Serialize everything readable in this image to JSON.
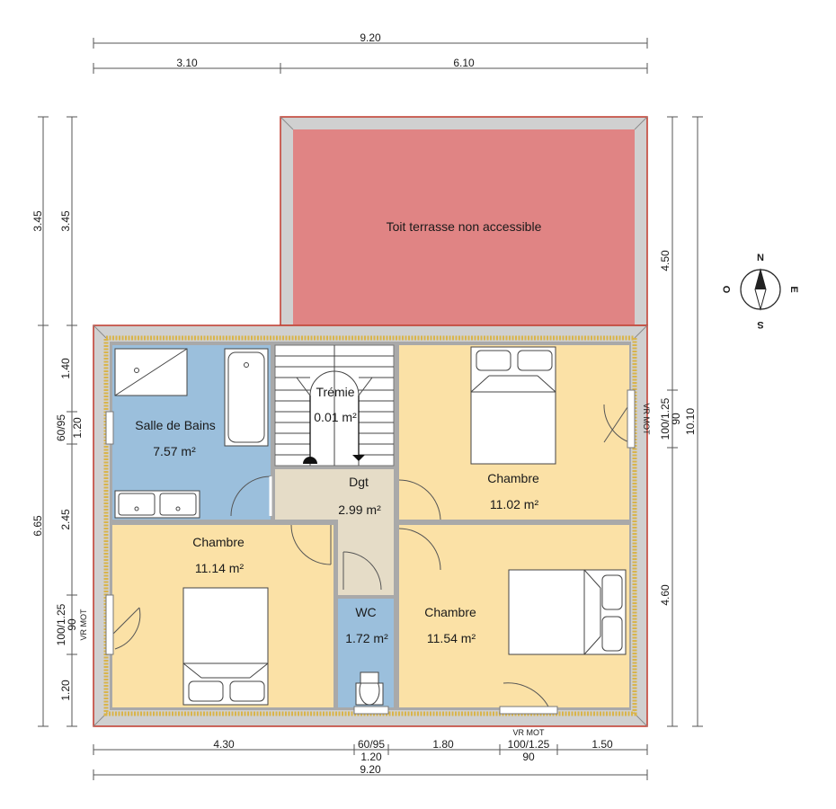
{
  "rooms": {
    "terrace": {
      "name": "Toit terrasse non accessible",
      "color": "#e08484"
    },
    "bathroom": {
      "name": "Salle de Bains",
      "area": "7.57 m²",
      "color": "#9bbfdc"
    },
    "stair_void": {
      "name": "Trémie",
      "area": "0.01 m²",
      "color": "#ffffff"
    },
    "hallway": {
      "name": "Dgt",
      "area": "2.99 m²",
      "color": "#e5dcc7"
    },
    "bedroom_ne": {
      "name": "Chambre",
      "area": "11.02 m²",
      "color": "#fbe1a6"
    },
    "bedroom_sw": {
      "name": "Chambre",
      "area": "11.14 m²",
      "color": "#fbe1a6"
    },
    "wc": {
      "name": "WC",
      "area": "1.72 m²",
      "color": "#9bbfdc"
    },
    "bedroom_se": {
      "name": "Chambre",
      "area": "11.54 m²",
      "color": "#fbe1a6"
    }
  },
  "colors": {
    "outer_wall": "#d0d0d0",
    "wall_outline": "#c0392b",
    "insulation": "#d9b44a",
    "interior_wall": "#a9a9a9"
  },
  "dimensions": {
    "top_total": "9.20",
    "top_left": "3.10",
    "top_right": "6.10",
    "left_outer_top": "3.45",
    "left_inner_top": "3.45",
    "left_outer_bottom": "6.65",
    "left_inner_1": "1.40",
    "left_window_1": "60/95",
    "left_window_1_b": "1.20",
    "left_inner_2": "2.45",
    "left_window_2": "100/1.25",
    "left_window_2_b": "90",
    "left_inner_3": "1.20",
    "right_inner_top": "4.50",
    "right_window": "100/1.25",
    "right_window_b": "90",
    "right_inner_bottom": "4.60",
    "right_total": "10.10",
    "bottom_1": "4.30",
    "bottom_window_1": "60/95",
    "bottom_window_1_b": "1.20",
    "bottom_2": "1.80",
    "bottom_window_2": "100/1.25",
    "bottom_window_2_b": "90",
    "bottom_3": "1.50",
    "bottom_total": "9.20"
  },
  "labels": {
    "vr_mot": "VR MOT"
  },
  "compass": {
    "north": "N",
    "south": "S",
    "east": "E",
    "west": "O"
  }
}
